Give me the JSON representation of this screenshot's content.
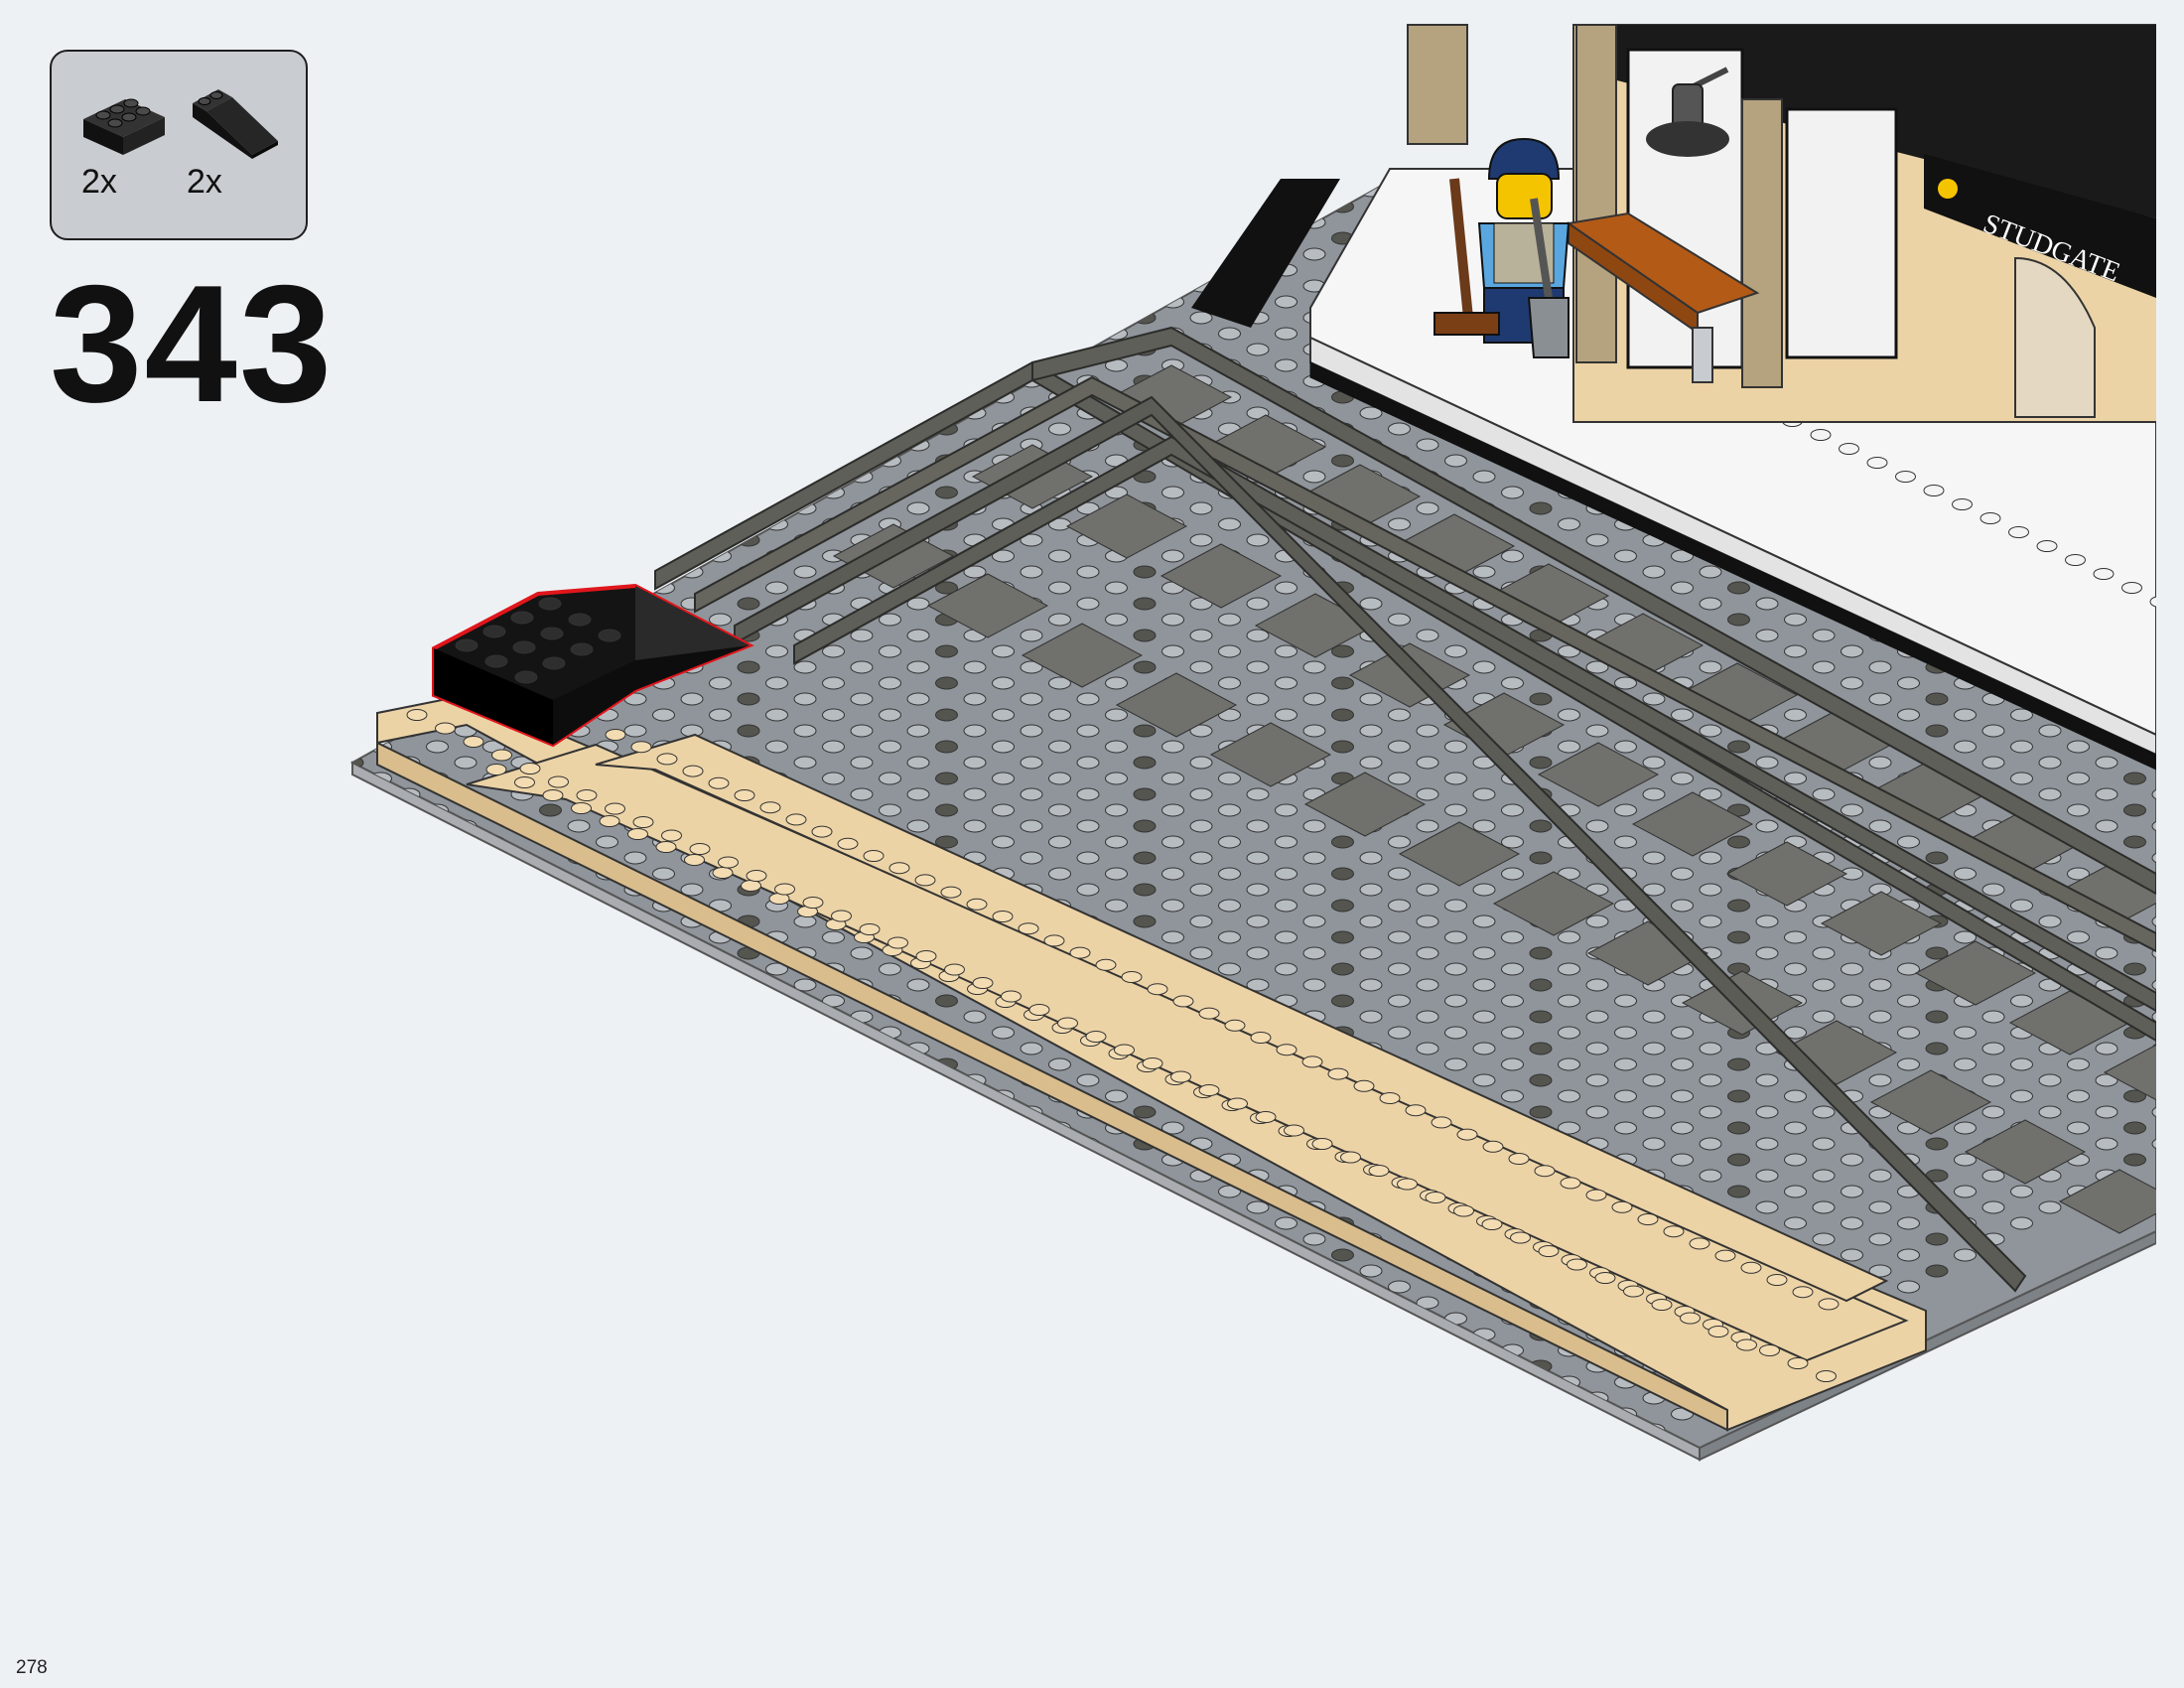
{
  "step": {
    "number": "343"
  },
  "page": {
    "number": "278"
  },
  "parts": [
    {
      "name": "black-plate-2x3",
      "qty": "2x",
      "color": "#1b1b1b"
    },
    {
      "name": "black-slope-2x3",
      "qty": "2x",
      "color": "#1b1b1b"
    }
  ],
  "scene": {
    "station_sign": "STUDGATE",
    "colors": {
      "baseplate": "#8f959b",
      "tiles": "#70706c",
      "rails": "#5f5f5a",
      "tan": "#ecd3a6",
      "platform": "#ffffff",
      "highlight": "#e0161c",
      "new_parts": "#141414"
    }
  }
}
